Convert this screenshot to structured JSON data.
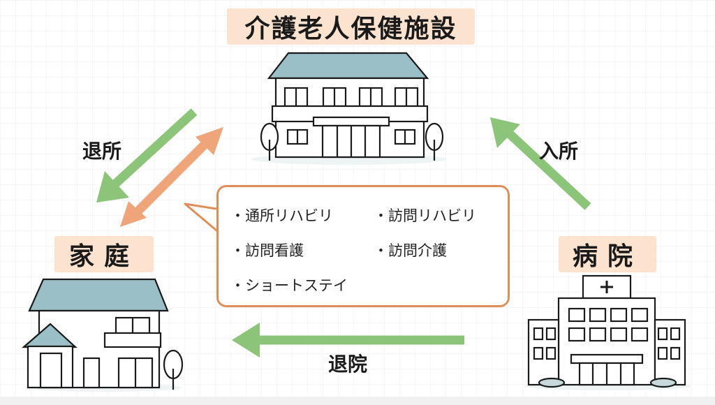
{
  "labels": {
    "facility": "介護老人保健施設",
    "home": "家庭",
    "hospital": "病院"
  },
  "arrows": {
    "leave_facility": "退所",
    "enter_facility": "入所",
    "leave_hospital": "退院"
  },
  "services": [
    "通所リハビリ",
    "訪問リハビリ",
    "訪問看護",
    "訪問介護",
    "ショートステイ"
  ],
  "colors": {
    "green_arrow": "#8cc57a",
    "orange_arrow": "#f0a47a",
    "label_bg": "#fbe3cf",
    "roof": "#9bbfc6",
    "bubble_border": "#e08e58"
  }
}
